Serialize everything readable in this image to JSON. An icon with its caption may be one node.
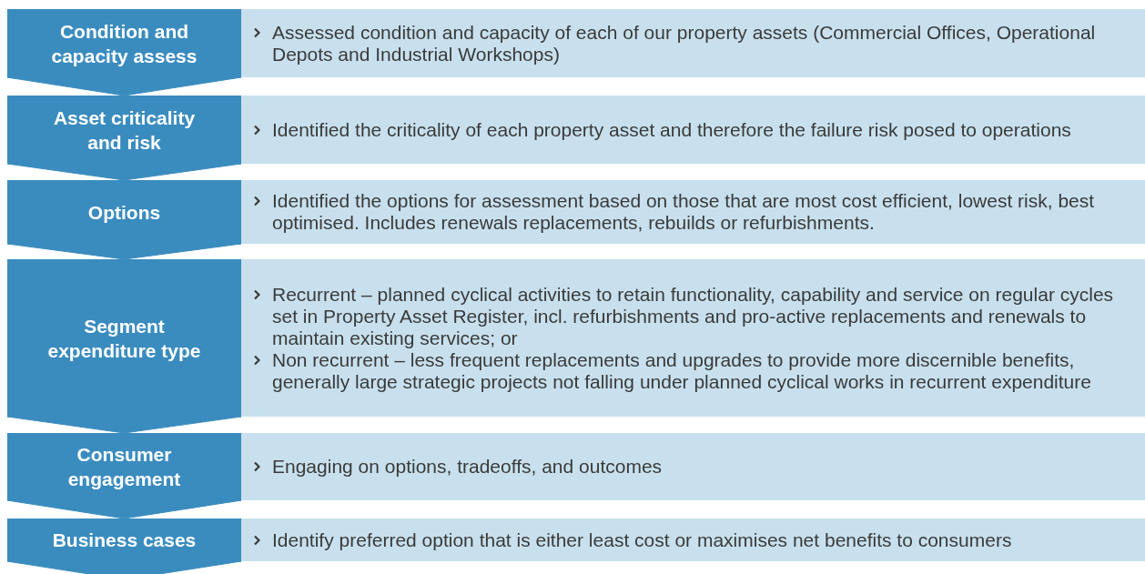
{
  "diagram": {
    "nodes": [
      {
        "text": [
          "Condition and capacity assess"
        ]
      },
      {
        "text": [
          "Assessed condition and capacity of each of our property assets (Commercial Offices, Operational Depots and Industrial Workshops)"
        ]
      },
      {
        "text": [
          "Asset criticality and risk"
        ]
      },
      {
        "text": [
          "Identified the criticality of each property asset and therefore the failure risk posed to operations"
        ]
      },
      {
        "text": [
          "Options"
        ]
      },
      {
        "text": [
          "Identified the options for assessment based on those that are most cost efficient, lowest risk, best optimised. Includes renewals replacements, rebuilds or refurbishments."
        ]
      },
      {
        "text": [
          "Segment expenditure type"
        ]
      },
      {
        "text": [
          "Recurrent – planned cyclical activities to retain functionality, capability and service on regular cycles set in Property Asset Register, incl. refurbishments and pro-active replacements and renewals to maintain existing services; or",
          "Non recurrent  – less frequent replacements and upgrades to provide more discernible benefits, generally large strategic projects not falling under planned cyclical works in recurrent expenditure"
        ]
      },
      {
        "text": [
          "Consumer engagement"
        ]
      },
      {
        "text": [
          "Engaging on options, tradeoffs, and outcomes"
        ]
      },
      {
        "text": [
          "Business cases"
        ]
      },
      {
        "text": [
          "Identify preferred option that is either least cost or maximises net benefits to consumers"
        ]
      }
    ],
    "edges": [
      {
        "from": 0,
        "to": 2,
        "arrow": "to"
      },
      {
        "from": 2,
        "to": 4,
        "arrow": "to"
      },
      {
        "from": 4,
        "to": 6,
        "arrow": "to"
      },
      {
        "from": 6,
        "to": 8,
        "arrow": "to"
      },
      {
        "from": 8,
        "to": 10,
        "arrow": "to"
      },
      {
        "from": 10,
        "to": null,
        "arrow": "to"
      }
    ]
  }
}
